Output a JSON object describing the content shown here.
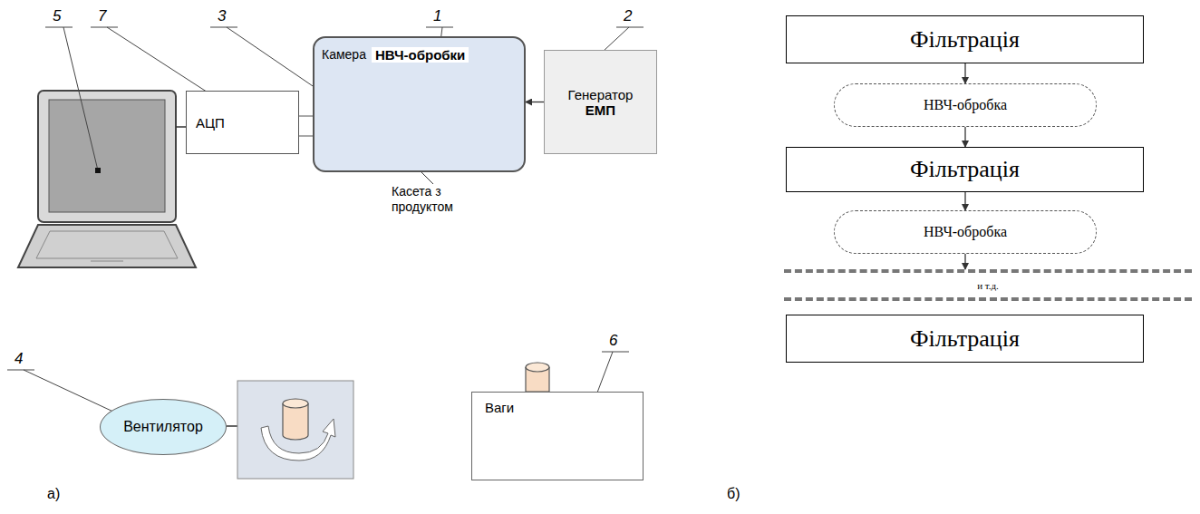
{
  "diagram": {
    "nodes": [
      {
        "text": [
          "АЦП"
        ]
      },
      {
        "text": [
          "Камера",
          "НВЧ-обробки"
        ]
      },
      {
        "text": [
          "Генератор",
          "ЕМП"
        ]
      },
      {
        "text": [
          "Вентилятор"
        ]
      },
      {
        "text": [
          "Ваги"
        ]
      },
      {
        "text": [
          "Фільтрація"
        ]
      },
      {
        "text": [
          "НВЧ-обробка"
        ]
      },
      {
        "text": [
          "Фільтрація"
        ]
      },
      {
        "text": [
          "НВЧ-обробка"
        ]
      },
      {
        "text": [
          "и т.д."
        ]
      },
      {
        "text": [
          "Фільтрація"
        ]
      }
    ],
    "edges": [
      {
        "from": 2,
        "to": 1,
        "arrow": "to"
      },
      {
        "from": 5,
        "to": 6,
        "arrow": "to"
      },
      {
        "from": 6,
        "to": 7,
        "arrow": "to"
      },
      {
        "from": 7,
        "to": 8,
        "arrow": "to"
      },
      {
        "from": 8,
        "to": 9,
        "arrow": "to"
      }
    ],
    "labels": [
      "5",
      "7",
      "3",
      "1",
      "2",
      "Касета з продуктом",
      "4",
      "6",
      "а)",
      "б)"
    ]
  }
}
